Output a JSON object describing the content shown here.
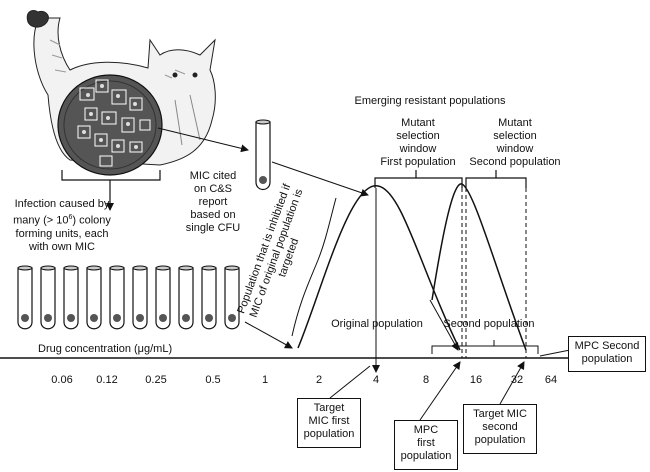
{
  "labels": {
    "infection": [
      "Infection caused by",
      "many (> 10",
      "6",
      ") colony",
      "forming units, each",
      "with own MIC"
    ],
    "mic_cited": [
      "MIC cited",
      "on C&S",
      "report",
      "based on",
      "single CFU"
    ],
    "rotated_population": [
      "Population that is inhibited if",
      "MIC of original population is",
      "targeted"
    ],
    "emerging": "Emerging resistant populations",
    "window_first": [
      "Mutant",
      "selection",
      "window",
      "First population"
    ],
    "window_second": [
      "Mutant",
      "selection",
      "window",
      "Second population"
    ],
    "original_population": "Original population",
    "second_population": "Second population",
    "drug_concentration": "Drug concentration (μg/mL)"
  },
  "axis": {
    "ticks": [
      "0.06",
      "0.12",
      "0.25",
      "0.5",
      "1",
      "2",
      "4",
      "8",
      "16",
      "32",
      "64"
    ]
  },
  "boxes": {
    "target_mic_first": [
      "Target",
      "MIC first",
      "population"
    ],
    "mpc_first": [
      "MPC",
      "first",
      "population"
    ],
    "target_mic_second": [
      "Target MIC",
      "second",
      "population"
    ],
    "mpc_second": [
      "MPC Second",
      "population"
    ]
  },
  "colors": {
    "ink": "#111111",
    "dish": "#555555",
    "paper": "#ffffff"
  },
  "tubes": {
    "count": 10
  },
  "icons": {
    "animal": "cat-icon",
    "dish": "petri-dish-icon",
    "tube": "test-tube-icon"
  }
}
